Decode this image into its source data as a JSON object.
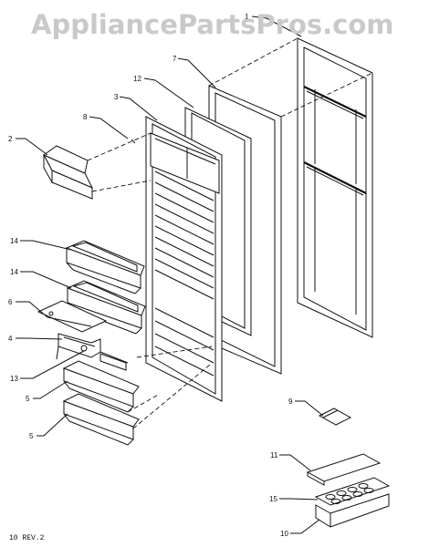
{
  "watermark": "AppliancePartsPros.com",
  "footer": "10 REV.2",
  "callouts": [
    {
      "id": "c-1",
      "label": "1"
    },
    {
      "id": "c-2",
      "label": "2"
    },
    {
      "id": "c-3",
      "label": "3"
    },
    {
      "id": "c-4",
      "label": "4"
    },
    {
      "id": "c-5a",
      "label": "5"
    },
    {
      "id": "c-5b",
      "label": "5"
    },
    {
      "id": "c-6",
      "label": "6"
    },
    {
      "id": "c-7",
      "label": "7"
    },
    {
      "id": "c-8",
      "label": "8"
    },
    {
      "id": "c-9",
      "label": "9"
    },
    {
      "id": "c-10",
      "label": "10"
    },
    {
      "id": "c-11",
      "label": "11"
    },
    {
      "id": "c-12",
      "label": "12"
    },
    {
      "id": "c-13",
      "label": "13"
    },
    {
      "id": "c-14a",
      "label": "14"
    },
    {
      "id": "c-14b",
      "label": "14"
    },
    {
      "id": "c-15",
      "label": "15"
    }
  ]
}
